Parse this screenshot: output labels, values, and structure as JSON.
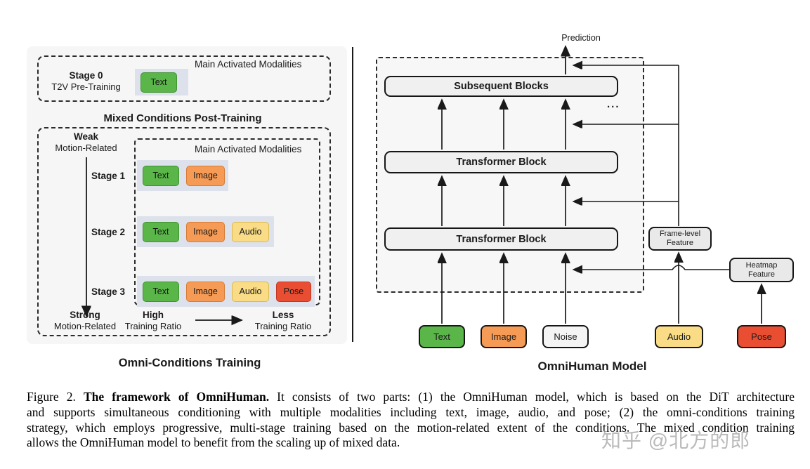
{
  "colors": {
    "text_modality": "#5ab648",
    "image_modality": "#f59b55",
    "audio_modality": "#f9dc85",
    "pose_modality": "#e94e33",
    "noise_fill": "#f4f4f5",
    "chip_strip_bg": "#dde1eb",
    "block_fill": "#f0f0f0",
    "panel_bg": "#f6f6f7"
  },
  "left_panel": {
    "title": "Omni-Conditions Training",
    "stage0_box": {
      "label": "Main Activated Modalities",
      "stage_name": "Stage 0",
      "stage_desc": "T2V Pre-Training",
      "modalities": [
        {
          "label": "Text"
        }
      ]
    },
    "post_training_title": "Mixed Conditions Post-Training",
    "axis": {
      "weak": "Weak",
      "weak_sub": "Motion-Related",
      "strong": "Strong",
      "strong_sub": "Motion-Related",
      "high": "High",
      "high_sub": "Training Ratio",
      "less": "Less",
      "less_sub": "Training Ratio"
    },
    "mixed_box": {
      "label": "Main Activated Modalities",
      "stages": [
        {
          "name": "Stage 1",
          "modalities": [
            {
              "label": "Text"
            },
            {
              "label": "Image"
            }
          ]
        },
        {
          "name": "Stage 2",
          "modalities": [
            {
              "label": "Text"
            },
            {
              "label": "Image"
            },
            {
              "label": "Audio"
            }
          ]
        },
        {
          "name": "Stage 3",
          "modalities": [
            {
              "label": "Text"
            },
            {
              "label": "Image"
            },
            {
              "label": "Audio"
            },
            {
              "label": "Pose"
            }
          ]
        }
      ]
    }
  },
  "right_panel": {
    "title": "OmniHuman Model",
    "prediction_label": "Prediction",
    "subsequent_blocks_label": "Subsequent Blocks",
    "transformer_block_upper_label": "Transformer Block",
    "transformer_block_lower_label": "Transformer Block",
    "ellipsis": "...",
    "frame_level_feature_label": "Frame-level Feature",
    "heatmap_feature_label": "Heatmap Feature",
    "inputs": [
      {
        "label": "Text"
      },
      {
        "label": "Image"
      },
      {
        "label": "Noise"
      },
      {
        "label": "Audio"
      },
      {
        "label": "Pose"
      }
    ]
  },
  "caption": {
    "prefix": "Figure 2.",
    "bold": "The framework of OmniHuman.",
    "line1_rest": "It consists of two parts: (1) the OmniHuman model, which is based on the DiT architecture",
    "line2": "and supports simultaneous conditioning with multiple modalities including text, image, audio, and pose; (2) the omni-conditions training",
    "line3": "strategy, which employs progressive, multi-stage training based on the motion-related extent of the conditions. The mixed condition training",
    "line4": "allows the OmniHuman model to benefit from the scaling up of mixed data."
  },
  "watermark": "知乎 @北方的郎"
}
